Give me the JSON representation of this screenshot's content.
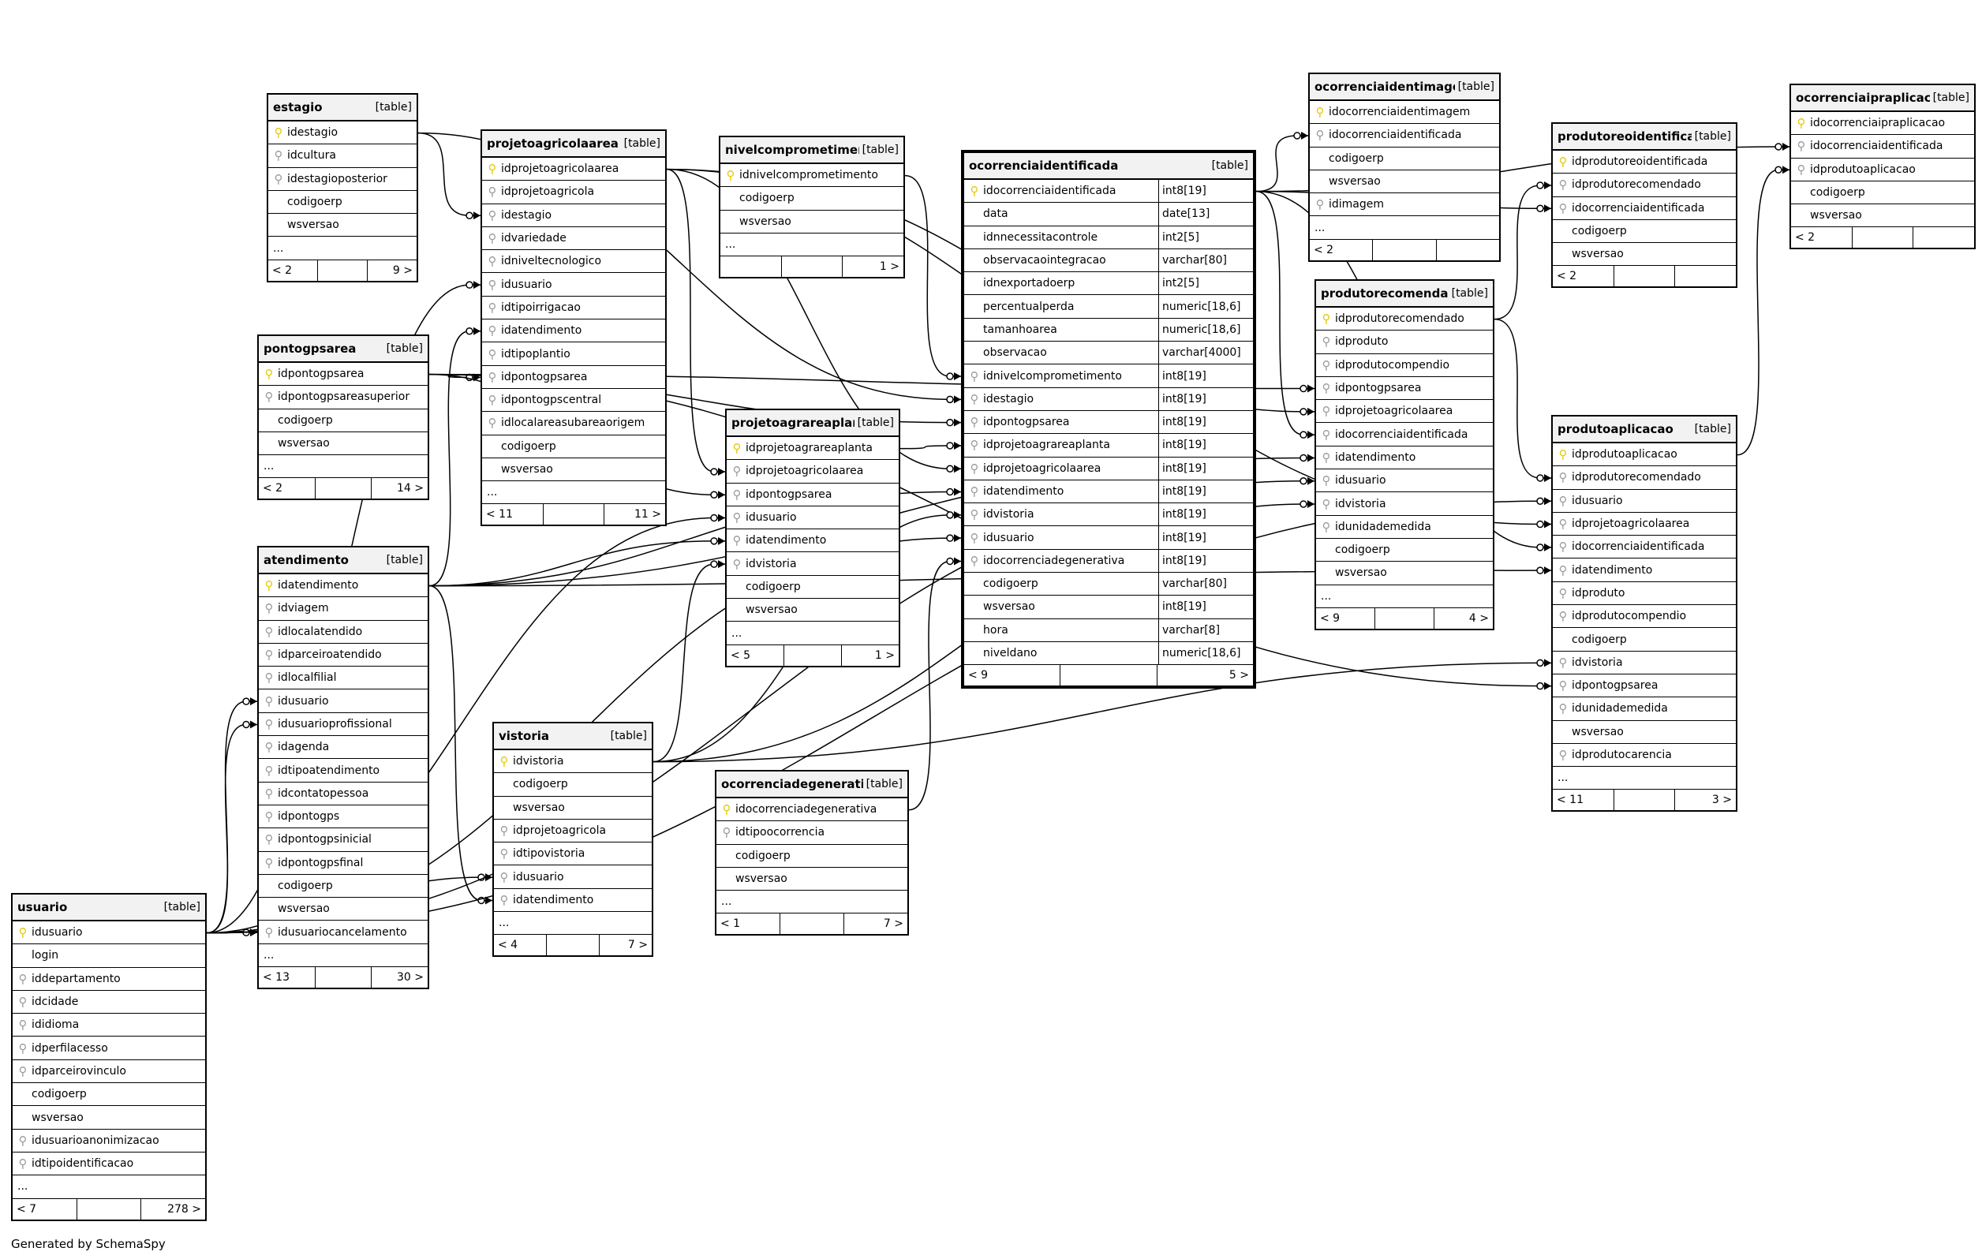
{
  "footer_note": "Generated by SchemaSpy",
  "tables": [
    {
      "id": "estagio",
      "name": "estagio",
      "tag": "[table]",
      "left": "< 2",
      "right": "9 >",
      "rows": [
        {
          "k": "pk",
          "n": "idestagio"
        },
        {
          "k": "fk",
          "n": "idcultura"
        },
        {
          "k": "fk",
          "n": "idestagioposterior"
        },
        {
          "k": "",
          "n": "codigoerp"
        },
        {
          "k": "",
          "n": "wsversao"
        },
        {
          "k": "",
          "n": "..."
        }
      ]
    },
    {
      "id": "projetoagricolaarea",
      "name": "projetoagricolaarea",
      "tag": "[table]",
      "left": "< 11",
      "right": "11 >",
      "rows": [
        {
          "k": "pk",
          "n": "idprojetoagricolaarea"
        },
        {
          "k": "fk",
          "n": "idprojetoagricola"
        },
        {
          "k": "fk",
          "n": "idestagio"
        },
        {
          "k": "fk",
          "n": "idvariedade"
        },
        {
          "k": "fk",
          "n": "idniveltecnologico"
        },
        {
          "k": "fk",
          "n": "idusuario"
        },
        {
          "k": "fk",
          "n": "idtipoirrigacao"
        },
        {
          "k": "fk",
          "n": "idatendimento"
        },
        {
          "k": "fk",
          "n": "idtipoplantio"
        },
        {
          "k": "fk",
          "n": "idpontogpsarea"
        },
        {
          "k": "fk",
          "n": "idpontogpscentral"
        },
        {
          "k": "fk",
          "n": "idlocalareasubareaorigem"
        },
        {
          "k": "",
          "n": "codigoerp"
        },
        {
          "k": "",
          "n": "wsversao"
        },
        {
          "k": "",
          "n": "..."
        }
      ]
    },
    {
      "id": "nivelcomprometimento",
      "name": "nivelcomprometimento",
      "tag": "[table]",
      "left": "",
      "right": "1 >",
      "rows": [
        {
          "k": "pk",
          "n": "idnivelcomprometimento"
        },
        {
          "k": "",
          "n": "codigoerp"
        },
        {
          "k": "",
          "n": "wsversao"
        },
        {
          "k": "",
          "n": "..."
        }
      ]
    },
    {
      "id": "ocorrenciaidentificada",
      "name": "ocorrenciaidentificada",
      "tag": "[table]",
      "left": "< 9",
      "right": "5 >",
      "focus": true,
      "rows": [
        {
          "k": "pk",
          "n": "idocorrenciaidentificada",
          "t": "int8[19]"
        },
        {
          "k": "",
          "n": "data",
          "t": "date[13]"
        },
        {
          "k": "",
          "n": "idnnecessitacontrole",
          "t": "int2[5]"
        },
        {
          "k": "",
          "n": "observacaointegracao",
          "t": "varchar[80]"
        },
        {
          "k": "",
          "n": "idnexportadoerp",
          "t": "int2[5]"
        },
        {
          "k": "",
          "n": "percentualperda",
          "t": "numeric[18,6]"
        },
        {
          "k": "",
          "n": "tamanhoarea",
          "t": "numeric[18,6]"
        },
        {
          "k": "",
          "n": "observacao",
          "t": "varchar[4000]"
        },
        {
          "k": "fk",
          "n": "idnivelcomprometimento",
          "t": "int8[19]"
        },
        {
          "k": "fk",
          "n": "idestagio",
          "t": "int8[19]"
        },
        {
          "k": "fk",
          "n": "idpontogpsarea",
          "t": "int8[19]"
        },
        {
          "k": "fk",
          "n": "idprojetoagrareaplanta",
          "t": "int8[19]"
        },
        {
          "k": "fk",
          "n": "idprojetoagricolaarea",
          "t": "int8[19]"
        },
        {
          "k": "fk",
          "n": "idatendimento",
          "t": "int8[19]"
        },
        {
          "k": "fk",
          "n": "idvistoria",
          "t": "int8[19]"
        },
        {
          "k": "fk",
          "n": "idusuario",
          "t": "int8[19]"
        },
        {
          "k": "fk",
          "n": "idocorrenciadegenerativa",
          "t": "int8[19]"
        },
        {
          "k": "",
          "n": "codigoerp",
          "t": "varchar[80]"
        },
        {
          "k": "",
          "n": "wsversao",
          "t": "int8[19]"
        },
        {
          "k": "",
          "n": "hora",
          "t": "varchar[8]"
        },
        {
          "k": "",
          "n": "niveldano",
          "t": "numeric[18,6]"
        }
      ]
    },
    {
      "id": "ocorrenciaidentimagem",
      "name": "ocorrenciaidentimagem",
      "tag": "[table]",
      "left": "< 2",
      "right": "",
      "rows": [
        {
          "k": "pk",
          "n": "idocorrenciaidentimagem"
        },
        {
          "k": "fk",
          "n": "idocorrenciaidentificada"
        },
        {
          "k": "",
          "n": "codigoerp"
        },
        {
          "k": "",
          "n": "wsversao"
        },
        {
          "k": "fk",
          "n": "idimagem"
        },
        {
          "k": "",
          "n": "..."
        }
      ]
    },
    {
      "id": "produtoreoidentificada",
      "name": "produtoreoidentificada",
      "tag": "[table]",
      "left": "< 2",
      "right": "",
      "rows": [
        {
          "k": "pk",
          "n": "idprodutoreoidentificada"
        },
        {
          "k": "fk",
          "n": "idprodutorecomendado"
        },
        {
          "k": "fk",
          "n": "idocorrenciaidentificada"
        },
        {
          "k": "",
          "n": "codigoerp"
        },
        {
          "k": "",
          "n": "wsversao"
        }
      ]
    },
    {
      "id": "ocorrenciaipraplicacao",
      "name": "ocorrenciaipraplicacao",
      "tag": "[table]",
      "left": "< 2",
      "right": "",
      "rows": [
        {
          "k": "pk",
          "n": "idocorrenciaipraplicacao"
        },
        {
          "k": "fk",
          "n": "idocorrenciaidentificada"
        },
        {
          "k": "fk",
          "n": "idprodutoaplicacao"
        },
        {
          "k": "",
          "n": "codigoerp"
        },
        {
          "k": "",
          "n": "wsversao"
        }
      ]
    },
    {
      "id": "pontogpsarea",
      "name": "pontogpsarea",
      "tag": "[table]",
      "left": "< 2",
      "right": "14 >",
      "rows": [
        {
          "k": "pk",
          "n": "idpontogpsarea"
        },
        {
          "k": "fk",
          "n": "idpontogpsareasuperior"
        },
        {
          "k": "",
          "n": "codigoerp"
        },
        {
          "k": "",
          "n": "wsversao"
        },
        {
          "k": "",
          "n": "..."
        }
      ]
    },
    {
      "id": "projetoagrareaplanta",
      "name": "projetoagrareaplanta",
      "tag": "[table]",
      "left": "< 5",
      "right": "1 >",
      "rows": [
        {
          "k": "pk",
          "n": "idprojetoagrareaplanta"
        },
        {
          "k": "fk",
          "n": "idprojetoagricolaarea"
        },
        {
          "k": "fk",
          "n": "idpontogpsarea"
        },
        {
          "k": "fk",
          "n": "idusuario"
        },
        {
          "k": "fk",
          "n": "idatendimento"
        },
        {
          "k": "fk",
          "n": "idvistoria"
        },
        {
          "k": "",
          "n": "codigoerp"
        },
        {
          "k": "",
          "n": "wsversao"
        },
        {
          "k": "",
          "n": "..."
        }
      ]
    },
    {
      "id": "produtorecomendado",
      "name": "produtorecomendado",
      "tag": "[table]",
      "left": "< 9",
      "right": "4 >",
      "rows": [
        {
          "k": "pk",
          "n": "idprodutorecomendado"
        },
        {
          "k": "fk",
          "n": "idproduto"
        },
        {
          "k": "fk",
          "n": "idprodutocompendio"
        },
        {
          "k": "fk",
          "n": "idpontogpsarea"
        },
        {
          "k": "fk",
          "n": "idprojetoagricolaarea"
        },
        {
          "k": "fk",
          "n": "idocorrenciaidentificada"
        },
        {
          "k": "fk",
          "n": "idatendimento"
        },
        {
          "k": "fk",
          "n": "idusuario"
        },
        {
          "k": "fk",
          "n": "idvistoria"
        },
        {
          "k": "fk",
          "n": "idunidademedida"
        },
        {
          "k": "",
          "n": "codigoerp"
        },
        {
          "k": "",
          "n": "wsversao"
        },
        {
          "k": "",
          "n": "..."
        }
      ]
    },
    {
      "id": "produtoaplicacao",
      "name": "produtoaplicacao",
      "tag": "[table]",
      "left": "< 11",
      "right": "3 >",
      "rows": [
        {
          "k": "pk",
          "n": "idprodutoaplicacao"
        },
        {
          "k": "fk",
          "n": "idprodutorecomendado"
        },
        {
          "k": "fk",
          "n": "idusuario"
        },
        {
          "k": "fk",
          "n": "idprojetoagricolaarea"
        },
        {
          "k": "fk",
          "n": "idocorrenciaidentificada"
        },
        {
          "k": "fk",
          "n": "idatendimento"
        },
        {
          "k": "fk",
          "n": "idproduto"
        },
        {
          "k": "fk",
          "n": "idprodutocompendio"
        },
        {
          "k": "",
          "n": "codigoerp"
        },
        {
          "k": "fk",
          "n": "idvistoria"
        },
        {
          "k": "fk",
          "n": "idpontogpsarea"
        },
        {
          "k": "fk",
          "n": "idunidademedida"
        },
        {
          "k": "",
          "n": "wsversao"
        },
        {
          "k": "fk",
          "n": "idprodutocarencia"
        },
        {
          "k": "",
          "n": "..."
        }
      ]
    },
    {
      "id": "atendimento",
      "name": "atendimento",
      "tag": "[table]",
      "left": "< 13",
      "right": "30 >",
      "rows": [
        {
          "k": "pk",
          "n": "idatendimento"
        },
        {
          "k": "fk",
          "n": "idviagem"
        },
        {
          "k": "fk",
          "n": "idlocalatendido"
        },
        {
          "k": "fk",
          "n": "idparceiroatendido"
        },
        {
          "k": "fk",
          "n": "idlocalfilial"
        },
        {
          "k": "fk",
          "n": "idusuario"
        },
        {
          "k": "fk",
          "n": "idusuarioprofissional"
        },
        {
          "k": "fk",
          "n": "idagenda"
        },
        {
          "k": "fk",
          "n": "idtipoatendimento"
        },
        {
          "k": "fk",
          "n": "idcontatopessoa"
        },
        {
          "k": "fk",
          "n": "idpontogps"
        },
        {
          "k": "fk",
          "n": "idpontogpsinicial"
        },
        {
          "k": "fk",
          "n": "idpontogpsfinal"
        },
        {
          "k": "",
          "n": "codigoerp"
        },
        {
          "k": "",
          "n": "wsversao"
        },
        {
          "k": "fk",
          "n": "idusuariocancelamento"
        },
        {
          "k": "",
          "n": "..."
        }
      ]
    },
    {
      "id": "vistoria",
      "name": "vistoria",
      "tag": "[table]",
      "left": "< 4",
      "right": "7 >",
      "rows": [
        {
          "k": "pk",
          "n": "idvistoria"
        },
        {
          "k": "",
          "n": "codigoerp"
        },
        {
          "k": "",
          "n": "wsversao"
        },
        {
          "k": "fk",
          "n": "idprojetoagricola"
        },
        {
          "k": "fk",
          "n": "idtipovistoria"
        },
        {
          "k": "fk",
          "n": "idusuario"
        },
        {
          "k": "fk",
          "n": "idatendimento"
        },
        {
          "k": "",
          "n": "..."
        }
      ]
    },
    {
      "id": "ocorrenciadegenerativa",
      "name": "ocorrenciadegenerativa",
      "tag": "[table]",
      "left": "< 1",
      "right": "7 >",
      "rows": [
        {
          "k": "pk",
          "n": "idocorrenciadegenerativa"
        },
        {
          "k": "fk",
          "n": "idtipoocorrencia"
        },
        {
          "k": "",
          "n": "codigoerp"
        },
        {
          "k": "",
          "n": "wsversao"
        },
        {
          "k": "",
          "n": "..."
        }
      ]
    },
    {
      "id": "usuario",
      "name": "usuario",
      "tag": "[table]",
      "left": "< 7",
      "right": "278 >",
      "rows": [
        {
          "k": "pk",
          "n": "idusuario"
        },
        {
          "k": "",
          "n": "login"
        },
        {
          "k": "fk",
          "n": "iddepartamento"
        },
        {
          "k": "fk",
          "n": "idcidade"
        },
        {
          "k": "fk",
          "n": "ididioma"
        },
        {
          "k": "fk",
          "n": "idperfilacesso"
        },
        {
          "k": "fk",
          "n": "idparceirovinculo"
        },
        {
          "k": "",
          "n": "codigoerp"
        },
        {
          "k": "",
          "n": "wsversao"
        },
        {
          "k": "fk",
          "n": "idusuarioanonimizacao"
        },
        {
          "k": "fk",
          "n": "idtipoidentificacao"
        },
        {
          "k": "",
          "n": "..."
        }
      ]
    }
  ],
  "relations": [
    [
      "estagio",
      "idestagio",
      "projetoagricolaarea",
      "idestagio"
    ],
    [
      "estagio",
      "idestagio",
      "ocorrenciaidentificada",
      "idestagio"
    ],
    [
      "usuario",
      "idusuario",
      "projetoagricolaarea",
      "idusuario"
    ],
    [
      "atendimento",
      "idatendimento",
      "projetoagricolaarea",
      "idatendimento"
    ],
    [
      "pontogpsarea",
      "idpontogpsarea",
      "projetoagricolaarea",
      "idpontogpsarea"
    ],
    [
      "projetoagricolaarea",
      "idprojetoagricolaarea",
      "projetoagrareaplanta",
      "idprojetoagricolaarea"
    ],
    [
      "projetoagricolaarea",
      "idprojetoagricolaarea",
      "ocorrenciaidentificada",
      "idprojetoagricolaarea"
    ],
    [
      "projetoagricolaarea",
      "idprojetoagricolaarea",
      "produtorecomendado",
      "idprojetoagricolaarea"
    ],
    [
      "projetoagricolaarea",
      "idprojetoagricolaarea",
      "produtoaplicacao",
      "idprojetoagricolaarea"
    ],
    [
      "nivelcomprometimento",
      "idnivelcomprometimento",
      "ocorrenciaidentificada",
      "idnivelcomprometimento"
    ],
    [
      "pontogpsarea",
      "idpontogpsarea",
      "ocorrenciaidentificada",
      "idpontogpsarea"
    ],
    [
      "pontogpsarea",
      "idpontogpsarea",
      "projetoagrareaplanta",
      "idpontogpsarea"
    ],
    [
      "pontogpsarea",
      "idpontogpsarea",
      "produtorecomendado",
      "idpontogpsarea"
    ],
    [
      "pontogpsarea",
      "idpontogpsarea",
      "produtoaplicacao",
      "idpontogpsarea"
    ],
    [
      "projetoagrareaplanta",
      "idprojetoagrareaplanta",
      "ocorrenciaidentificada",
      "idprojetoagrareaplanta"
    ],
    [
      "atendimento",
      "idatendimento",
      "ocorrenciaidentificada",
      "idatendimento"
    ],
    [
      "atendimento",
      "idatendimento",
      "projetoagrareaplanta",
      "idatendimento"
    ],
    [
      "atendimento",
      "idatendimento",
      "vistoria",
      "idatendimento"
    ],
    [
      "atendimento",
      "idatendimento",
      "produtorecomendado",
      "idatendimento"
    ],
    [
      "atendimento",
      "idatendimento",
      "produtoaplicacao",
      "idatendimento"
    ],
    [
      "vistoria",
      "idvistoria",
      "ocorrenciaidentificada",
      "idvistoria"
    ],
    [
      "vistoria",
      "idvistoria",
      "projetoagrareaplanta",
      "idvistoria"
    ],
    [
      "vistoria",
      "idvistoria",
      "produtorecomendado",
      "idvistoria"
    ],
    [
      "vistoria",
      "idvistoria",
      "produtoaplicacao",
      "idvistoria"
    ],
    [
      "usuario",
      "idusuario",
      "ocorrenciaidentificada",
      "idusuario"
    ],
    [
      "usuario",
      "idusuario",
      "projetoagrareaplanta",
      "idusuario"
    ],
    [
      "usuario",
      "idusuario",
      "vistoria",
      "idusuario"
    ],
    [
      "usuario",
      "idusuario",
      "atendimento",
      "idusuario"
    ],
    [
      "usuario",
      "idusuario",
      "atendimento",
      "idusuarioprofissional"
    ],
    [
      "usuario",
      "idusuario",
      "atendimento",
      "idusuariocancelamento"
    ],
    [
      "usuario",
      "idusuario",
      "produtorecomendado",
      "idusuario"
    ],
    [
      "usuario",
      "idusuario",
      "produtoaplicacao",
      "idusuario"
    ],
    [
      "ocorrenciadegenerativa",
      "idocorrenciadegenerativa",
      "ocorrenciaidentificada",
      "idocorrenciadegenerativa"
    ],
    [
      "ocorrenciaidentificada",
      "idocorrenciaidentificada",
      "ocorrenciaidentimagem",
      "idocorrenciaidentificada"
    ],
    [
      "ocorrenciaidentificada",
      "idocorrenciaidentificada",
      "produtoreoidentificada",
      "idocorrenciaidentificada"
    ],
    [
      "ocorrenciaidentificada",
      "idocorrenciaidentificada",
      "ocorrenciaipraplicacao",
      "idocorrenciaidentificada"
    ],
    [
      "ocorrenciaidentificada",
      "idocorrenciaidentificada",
      "produtorecomendado",
      "idocorrenciaidentificada"
    ],
    [
      "ocorrenciaidentificada",
      "idocorrenciaidentificada",
      "produtoaplicacao",
      "idocorrenciaidentificada"
    ],
    [
      "produtorecomendado",
      "idprodutorecomendado",
      "produtoreoidentificada",
      "idprodutorecomendado"
    ],
    [
      "produtorecomendado",
      "idprodutorecomendado",
      "produtoaplicacao",
      "idprodutorecomendado"
    ],
    [
      "produtoaplicacao",
      "idprodutoaplicacao",
      "ocorrenciaipraplicacao",
      "idprodutoaplicacao"
    ]
  ]
}
